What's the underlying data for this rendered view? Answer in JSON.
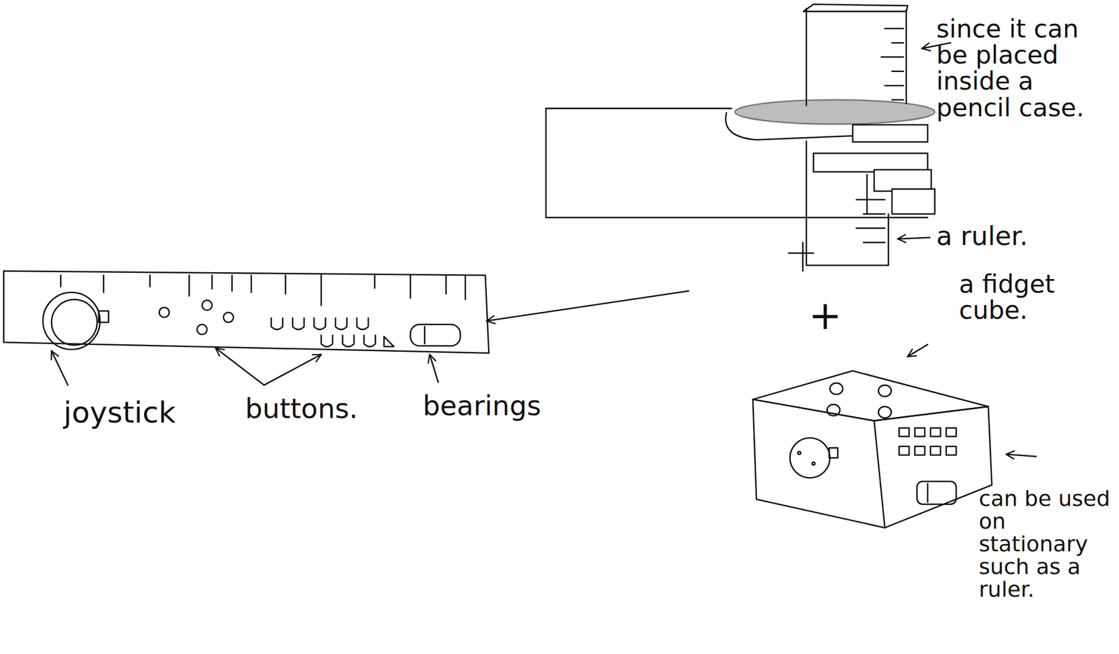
{
  "diagram": {
    "labels": [
      "since it can be placed inside a pencil case.",
      "a ruler.",
      "+",
      "a fidget cube.",
      "can be used on stationary such as a ruler.",
      "joystick",
      "buttons.",
      "bearings"
    ]
  }
}
